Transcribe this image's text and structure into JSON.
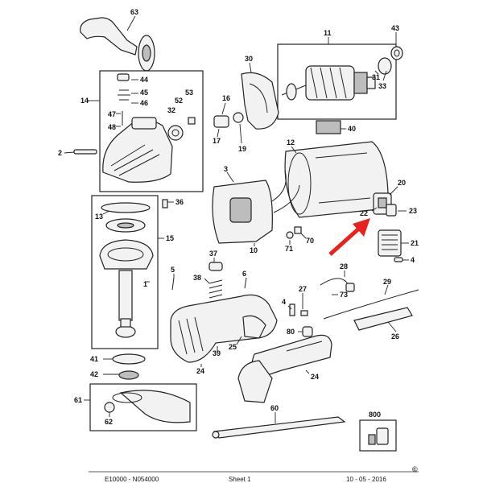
{
  "callouts": {
    "c63": "63",
    "c11": "11",
    "c43": "43",
    "c30": "30",
    "c31": "31",
    "c33": "33",
    "c14": "14",
    "c44": "44",
    "c45": "45",
    "c46": "46",
    "c47": "47",
    "c48": "48",
    "c52": "52",
    "c53": "53",
    "c32": "32",
    "c16": "16",
    "c17": "17",
    "c19": "19",
    "c40": "40",
    "c2": "2",
    "c12": "12",
    "c3": "3",
    "c20": "20",
    "c22": "22",
    "c23": "23",
    "c13": "13",
    "c36": "36",
    "c15": "15",
    "c1": "1",
    "c10": "10",
    "c70": "70",
    "c71": "71",
    "c21": "21",
    "c4a": "4",
    "c37": "37",
    "c5": "5",
    "c38": "38",
    "c6": "6",
    "c28": "28",
    "c73": "73",
    "c29": "29",
    "c27": "27",
    "c4b": "4",
    "c80": "80",
    "c26": "26",
    "c39": "39",
    "c25": "25",
    "c41": "41",
    "c42": "42",
    "c24a": "24",
    "c24b": "24",
    "c61": "61",
    "c62": "62",
    "c60": "60",
    "c800": "800"
  },
  "arrow_color": "#e8231f",
  "footer": {
    "left": "E10000 - N054000",
    "center": "Sheet 1",
    "right": "10 - 05 - 2016",
    "copyright": "©"
  }
}
